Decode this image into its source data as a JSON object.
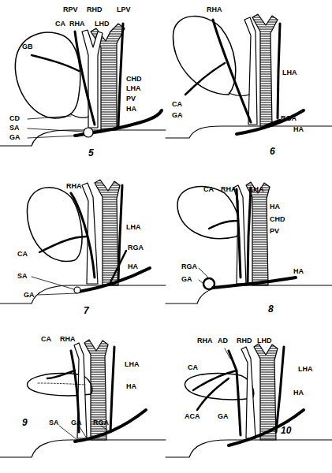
{
  "diagram": {
    "labels": [
      "RPV",
      "RHD",
      "LPV",
      "CA",
      "RHA",
      "LHD",
      "GB",
      "CHD",
      "LHA",
      "PV",
      "HA",
      "CD",
      "SA",
      "GA",
      "5",
      "RHA",
      "LHA",
      "CA",
      "GA",
      "RGA",
      "HA",
      "6",
      "RHA",
      "LHA",
      "CA",
      "RGA",
      "SA",
      "GA",
      "HA",
      "7",
      "CA",
      "RHA",
      "LHA",
      "HA",
      "CHD",
      "PV",
      "RGA",
      "GA",
      "HA",
      "8",
      "CA",
      "RHA",
      "LHA",
      "HA",
      "SA",
      "GA",
      "RGA",
      "9",
      "RHA",
      "AD",
      "RHD",
      "LHD",
      "LHA",
      "CA",
      "HA",
      "ACA",
      "GA",
      "10"
    ]
  }
}
